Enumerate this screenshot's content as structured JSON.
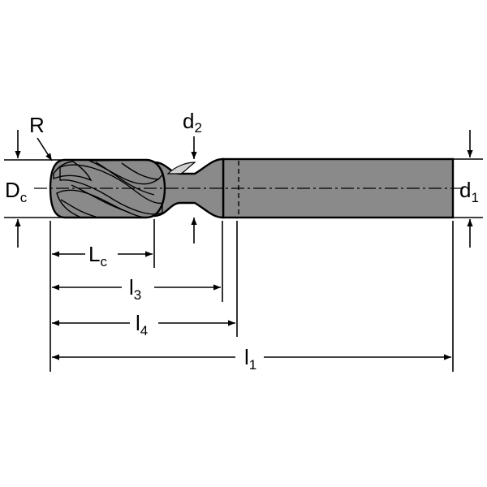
{
  "labels": {
    "R": "R",
    "d2": {
      "main": "d",
      "sub": "2"
    },
    "Dc": {
      "main": "D",
      "sub": "c"
    },
    "d1": {
      "main": "d",
      "sub": "1"
    },
    "Lc": {
      "main": "L",
      "sub": "c"
    },
    "l3": {
      "main": "l",
      "sub": "3"
    },
    "l4": {
      "main": "l",
      "sub": "4"
    },
    "l1": {
      "main": "l",
      "sub": "1"
    }
  },
  "colors": {
    "tool_fill": "#8a8a8a",
    "flute_light": "#b8b8b8",
    "flute_dark": "#5a5a5a",
    "line": "#000000",
    "background": "#ffffff"
  }
}
